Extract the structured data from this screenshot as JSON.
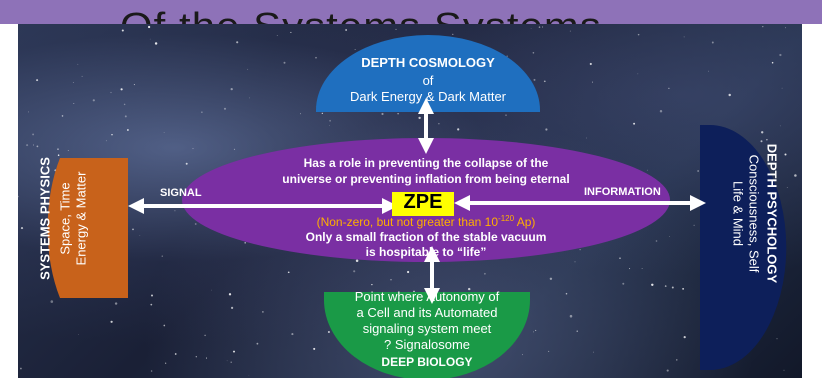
{
  "title_partial": "Of the    Systems Systems",
  "top": {
    "heading": "DEPTH  COSMOLOGY",
    "line2": "of",
    "line3": "Dark Energy & Dark Matter"
  },
  "left": {
    "heading": "SYSTEMS PHYSICS",
    "line2": "Space, Time",
    "line3": "Energy & Matter"
  },
  "right": {
    "heading": "DEPTH  PSYCHOLOGY",
    "line2": "Consciousness, Self",
    "line3": "Life & Mind"
  },
  "center": {
    "line1": "Has a role in preventing the collapse of the",
    "line2": "universe or preventing inflation from being eternal",
    "zpe": "ZPE",
    "range_prefix": "(Non-zero, but not greater than 10",
    "range_exp": "-120",
    "range_suffix": " Ap)",
    "line4": "Only a small fraction of the stable vacuum",
    "line5": "is hospitable to “life”"
  },
  "arrows": {
    "signal": "SIGNAL",
    "information": "INFORMATION"
  },
  "bottom": {
    "line1": "Point where Autonomy of",
    "line2": "a Cell and its Automated",
    "line3": "signaling system meet",
    "line4": "? Signalosome",
    "heading": "DEEP BIOLOGY"
  },
  "colors": {
    "top_blue": "#1f6fbf",
    "left_orange": "#c8621b",
    "right_navy": "#0d1f5a",
    "center_purple": "#7a2fa3",
    "bottom_green": "#1a9a47",
    "zpe_yellow": "#ffff00",
    "range_orange": "#ffb000"
  }
}
